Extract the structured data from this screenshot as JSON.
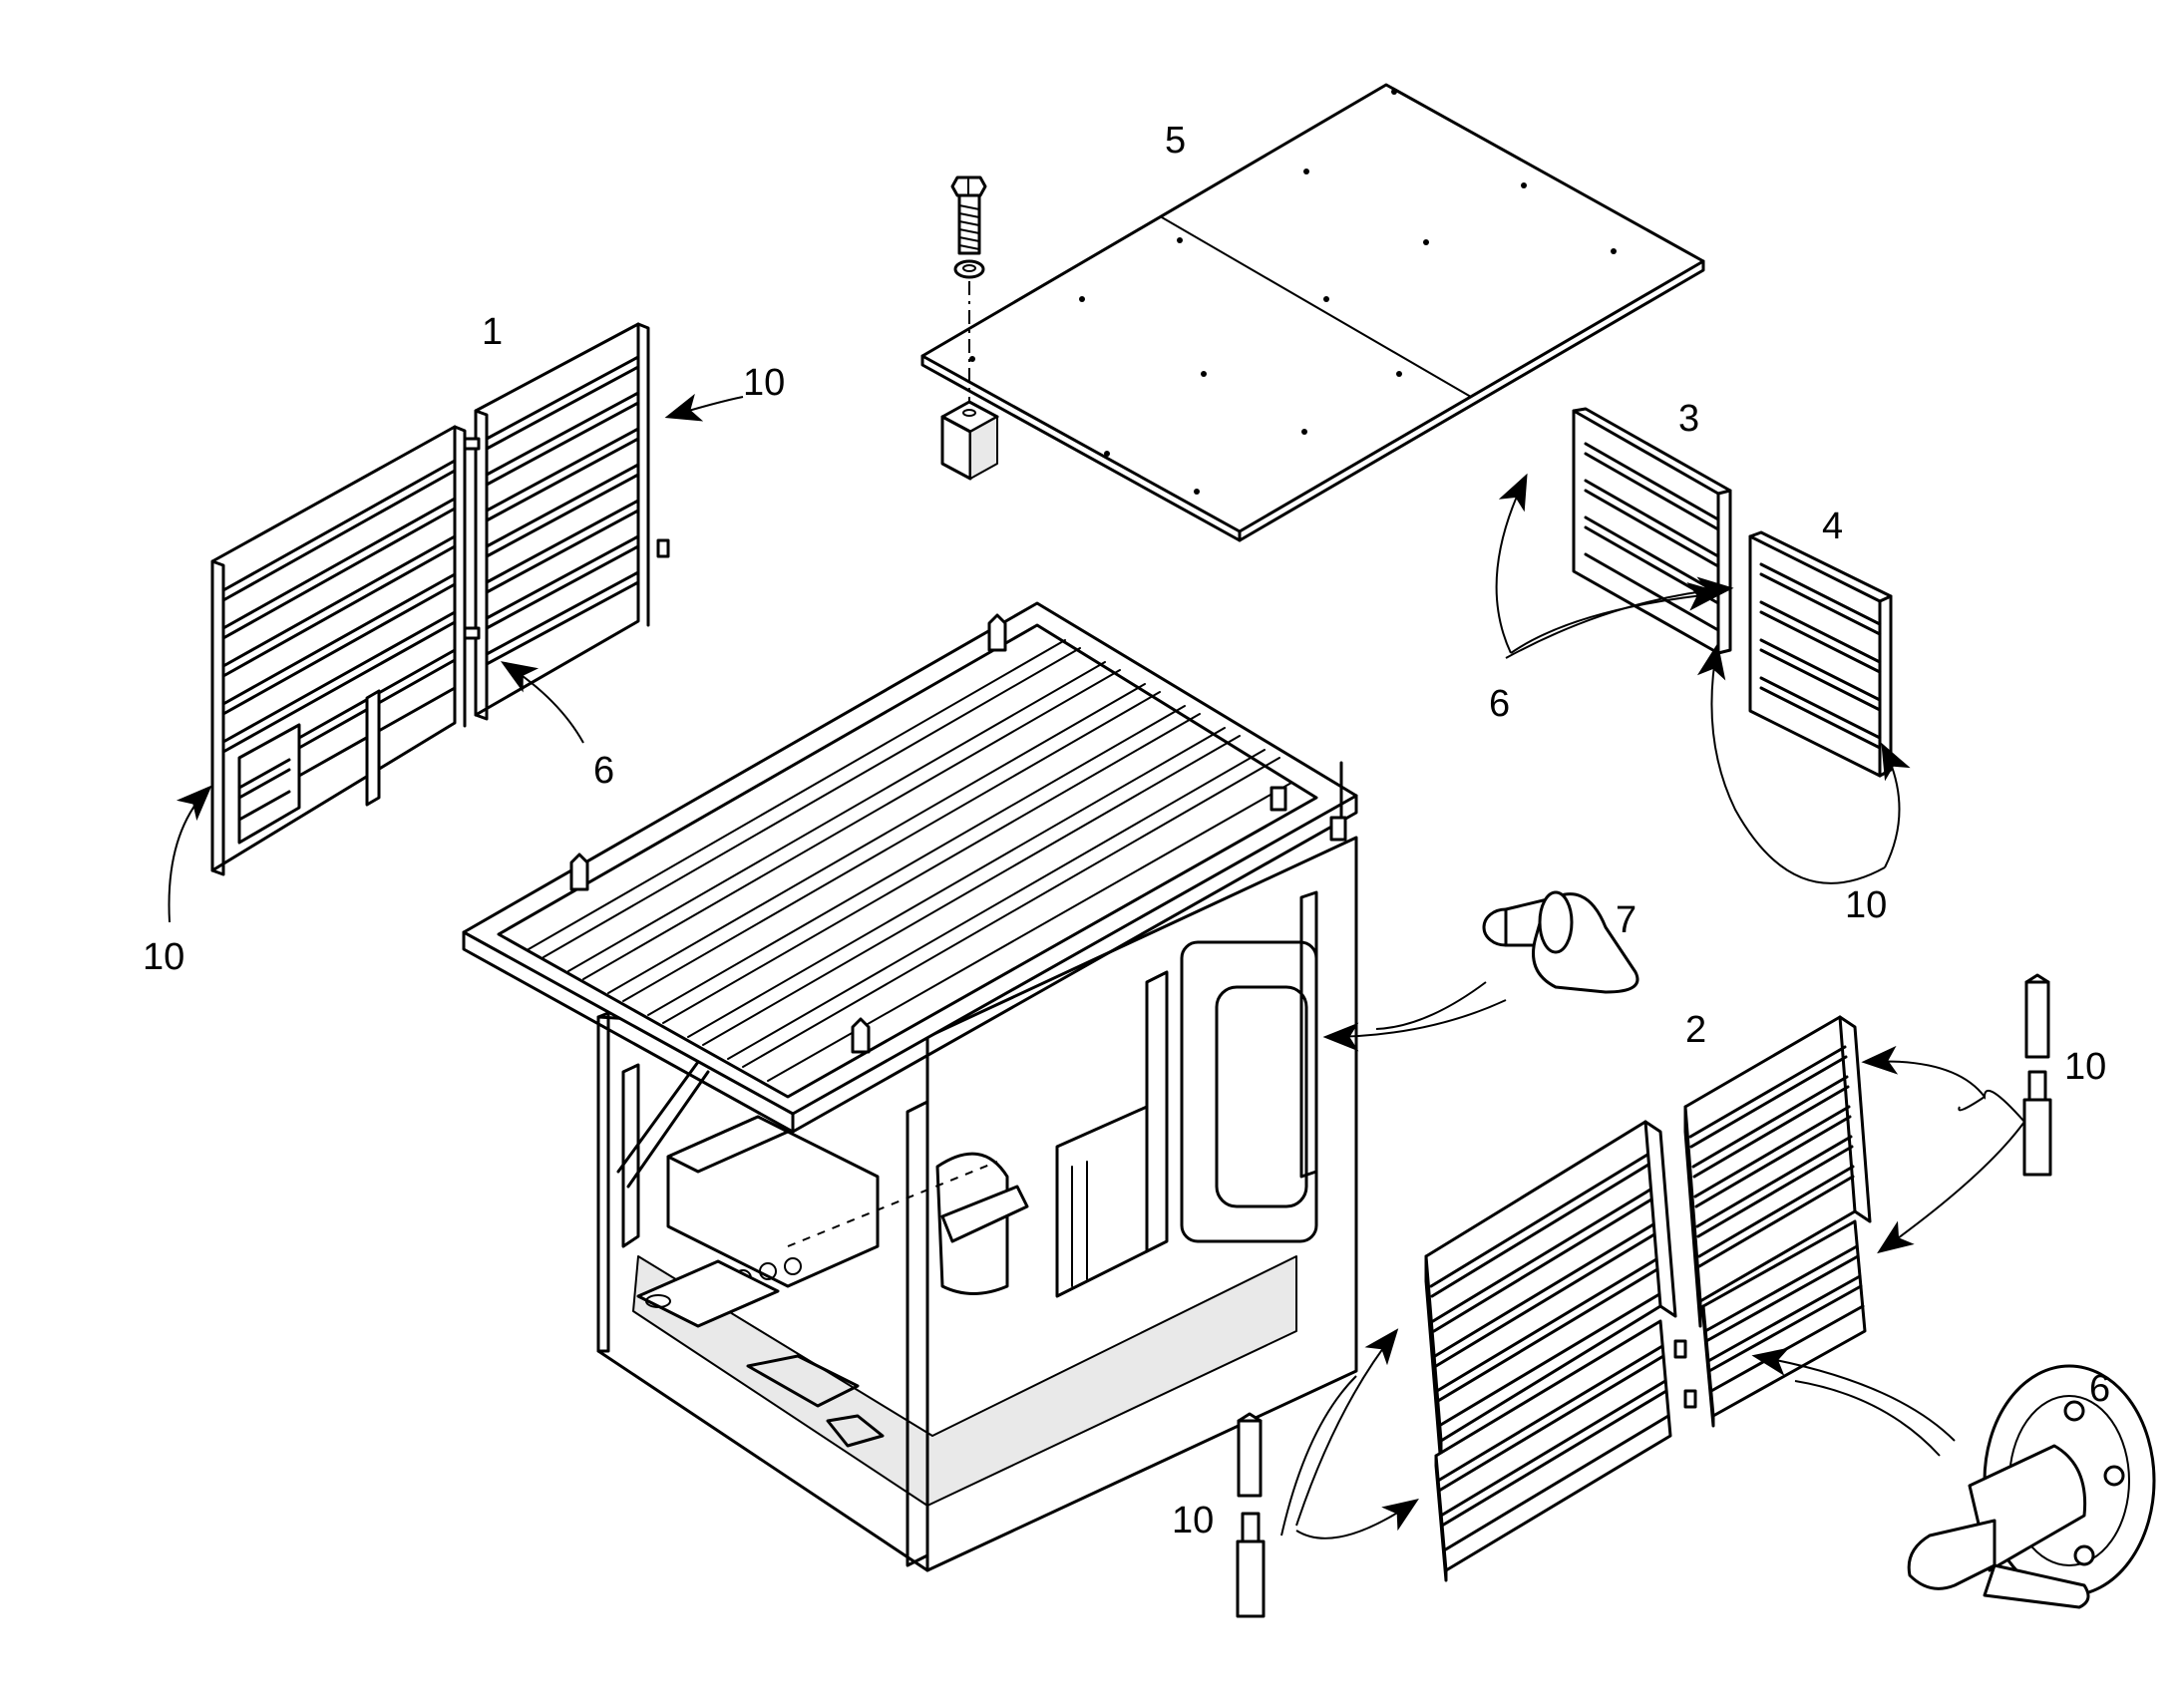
{
  "callouts": [
    {
      "id": "c1",
      "text": "1"
    },
    {
      "id": "c10a",
      "text": "10"
    },
    {
      "id": "c6a",
      "text": "6"
    },
    {
      "id": "c10b",
      "text": "10"
    },
    {
      "id": "c5",
      "text": "5"
    },
    {
      "id": "c3",
      "text": "3"
    },
    {
      "id": "c4",
      "text": "4"
    },
    {
      "id": "c6b",
      "text": "6"
    },
    {
      "id": "c10c",
      "text": "10"
    },
    {
      "id": "c7",
      "text": "7"
    },
    {
      "id": "c2",
      "text": "2"
    },
    {
      "id": "c10d",
      "text": "10"
    },
    {
      "id": "c6c",
      "text": "6"
    },
    {
      "id": "c10e",
      "text": "10"
    }
  ]
}
